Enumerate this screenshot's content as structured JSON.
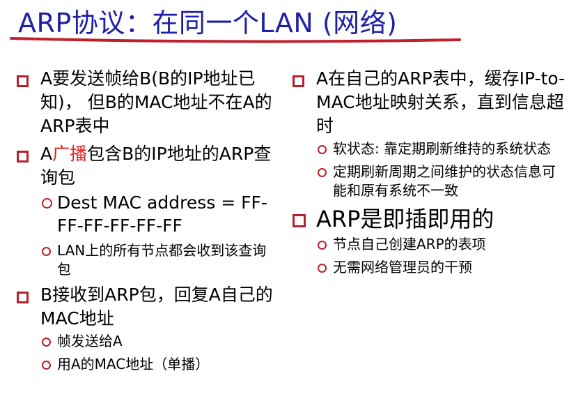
{
  "title": "ARP协议：在同一个LAN (网络)",
  "colors": {
    "title": "#1f1fa8",
    "bullet": "#b5202a",
    "highlight": "#e02020",
    "underline": "#c0202a"
  },
  "left": {
    "item1": "A要发送帧给B(B的IP地址已知)， 但B的MAC地址不在A的ARP表中",
    "item2": {
      "prefix": "A",
      "highlight": "广播",
      "suffix": "包含B的IP地址的ARP查询包",
      "subs": [
        "Dest MAC address = FF-FF-FF-FF-FF-FF",
        "LAN上的所有节点都会收到该查询包"
      ]
    },
    "item3": {
      "text": "B接收到ARP包，回复A自己的MAC地址",
      "subs": [
        "帧发送给A",
        "用A的MAC地址（单播）"
      ]
    }
  },
  "right": {
    "item1": {
      "text": "A在自己的ARP表中，缓存IP-to-MAC地址映射关系，直到信息超时",
      "subs": [
        "软状态: 靠定期刷新维持的系统状态",
        "定期刷新周期之间维护的状态信息可能和原有系统不一致"
      ]
    },
    "item2": {
      "text": "ARP是即插即用的",
      "subs": [
        "节点自己创建ARP的表项",
        "无需网络管理员的干预"
      ]
    }
  }
}
